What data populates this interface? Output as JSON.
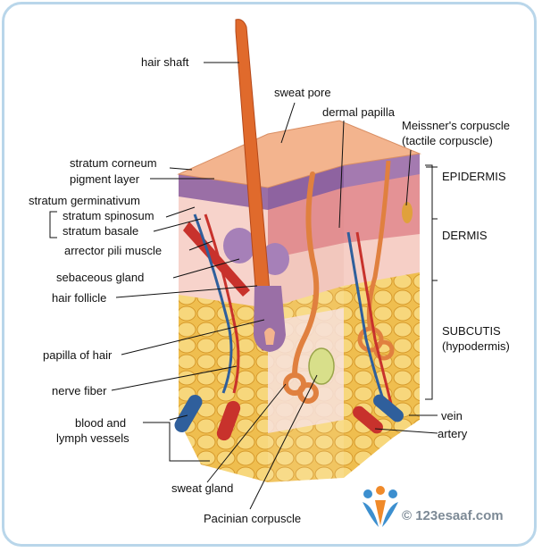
{
  "labels": {
    "hair_shaft": "hair shaft",
    "sweat_pore": "sweat pore",
    "dermal_papilla": "dermal papilla",
    "meissner_1": "Meissner's corpuscle",
    "meissner_2": "(tactile corpuscle)",
    "stratum_corneum": "stratum corneum",
    "pigment_layer": "pigment layer",
    "stratum_germinativum": "stratum germinativum",
    "stratum_spinosum": "stratum spinosum",
    "stratum_basale": "stratum basale",
    "arrector_pili": "arrector pili muscle",
    "sebaceous_gland": "sebaceous gland",
    "hair_follicle": "hair follicle",
    "papilla_of_hair": "papilla of hair",
    "nerve_fiber": "nerve fiber",
    "blood_lymph_1": "blood and",
    "blood_lymph_2": "lymph vessels",
    "sweat_gland": "sweat gland",
    "pacinian": "Pacinian corpuscle",
    "epidermis": "EPIDERMIS",
    "dermis": "DERMIS",
    "subcutis_1": "SUBCUTIS",
    "subcutis_2": "(hypodermis)",
    "vein": "vein",
    "artery": "artery"
  },
  "watermark": "© 123esaaf.com",
  "colors": {
    "frame": "#b9d6ea",
    "skin_top": "#f3b48e",
    "epidermis_purple": "#9a6fa6",
    "dermis_pink": "#f6cfc6",
    "fat_yellow": "#f2c255",
    "hair_orange": "#e06a2c",
    "vein_blue": "#2f5f9c",
    "artery_red": "#c8322c"
  }
}
